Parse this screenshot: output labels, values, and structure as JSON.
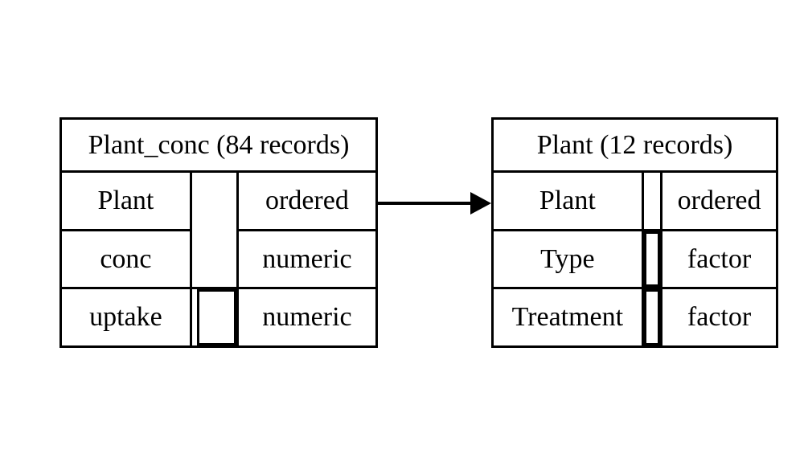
{
  "diagram": {
    "tables": [
      {
        "title": "Plant_conc (84 records)",
        "fields": [
          {
            "name": "Plant",
            "type": "ordered",
            "is_key": true
          },
          {
            "name": "conc",
            "type": "numeric",
            "is_key": true
          },
          {
            "name": "uptake",
            "type": "numeric",
            "is_key": false
          }
        ]
      },
      {
        "title": "Plant (12 records)",
        "fields": [
          {
            "name": "Plant",
            "type": "ordered",
            "is_key": true
          },
          {
            "name": "Type",
            "type": "factor",
            "is_key": false
          },
          {
            "name": "Treatment",
            "type": "factor",
            "is_key": false
          }
        ]
      }
    ],
    "relation": {
      "from_table": "Plant_conc",
      "from_field": "Plant",
      "to_table": "Plant",
      "to_field": "Plant",
      "arrow_direction": "right"
    },
    "colors": {
      "border": "#000000",
      "key_fill": "#000000",
      "background": "#ffffff",
      "text": "#000000"
    }
  }
}
